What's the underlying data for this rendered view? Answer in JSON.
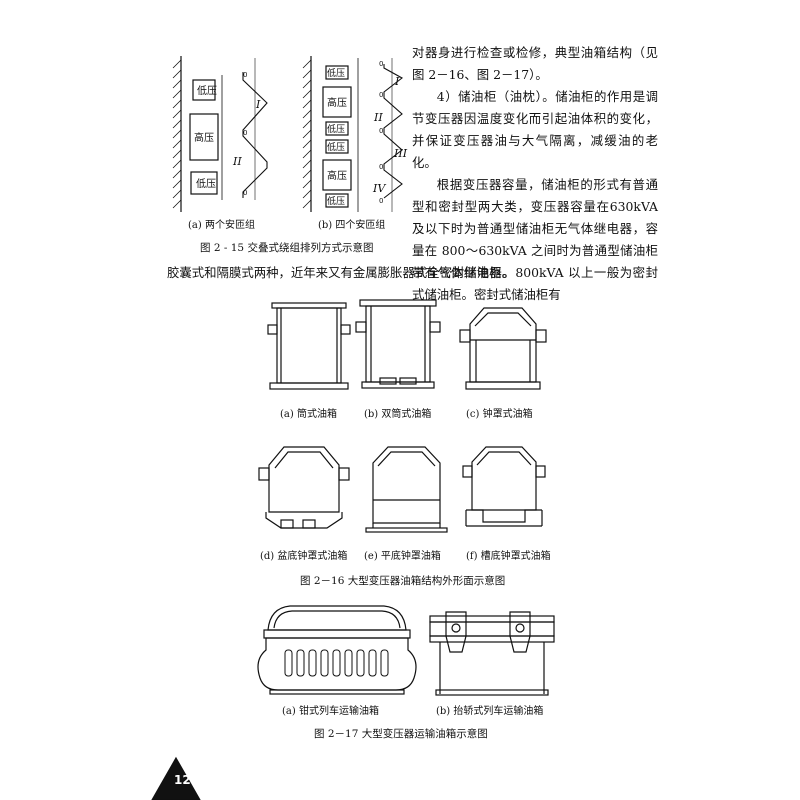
{
  "fig2_15": {
    "labels": {
      "low": "低压",
      "high": "高压"
    },
    "roman": [
      "I",
      "II",
      "III",
      "IV"
    ],
    "zero": "0",
    "sub_a": "(a) 两个安匝组",
    "sub_b": "(b) 四个安匝组",
    "title": "图 2 - 15    交叠式绕组排列方式示意图"
  },
  "text": {
    "p1": "对器身进行检查或检修，典型油箱结构（见图 2－16、图 2－17）。",
    "p2": "4）储油柜（油枕）。储油柜的作用是调节变压器因温度变化而引起油体积的变化，并保证变压器油与大气隔离，减缓油的老化。",
    "p3": "根据变压器容量，储油柜的形式有普通型和密封型两大类，变压器容量在630kVA 及以下时为普通型储油柜无气体继电器，容量在 800～630kVA 之间时为普通型储油柜带有气体继电器。800kVA 以上一般为密封式储油柜。密封式储油柜有",
    "p4": "胶囊式和隔膜式两种，近年来又有金属膨胀器式全密封储油柜。"
  },
  "fig2_16": {
    "sub_a": "(a) 筒式油箱",
    "sub_b": "(b) 双筒式油箱",
    "sub_c": "(c) 钟罩式油箱",
    "sub_d": "(d) 盆底钟罩式油箱",
    "sub_e": "(e) 平底钟罩油箱",
    "sub_f": "(f) 槽底钟罩式油箱",
    "title": "图 2－16    大型变压器油箱结构外形面示意图"
  },
  "fig2_17": {
    "sub_a": "(a) 钳式列车运输油箱",
    "sub_b": "(b) 抬轿式列车运输油箱",
    "title": "图 2－17    大型变压器运输油箱示意图"
  },
  "page_number": "12"
}
